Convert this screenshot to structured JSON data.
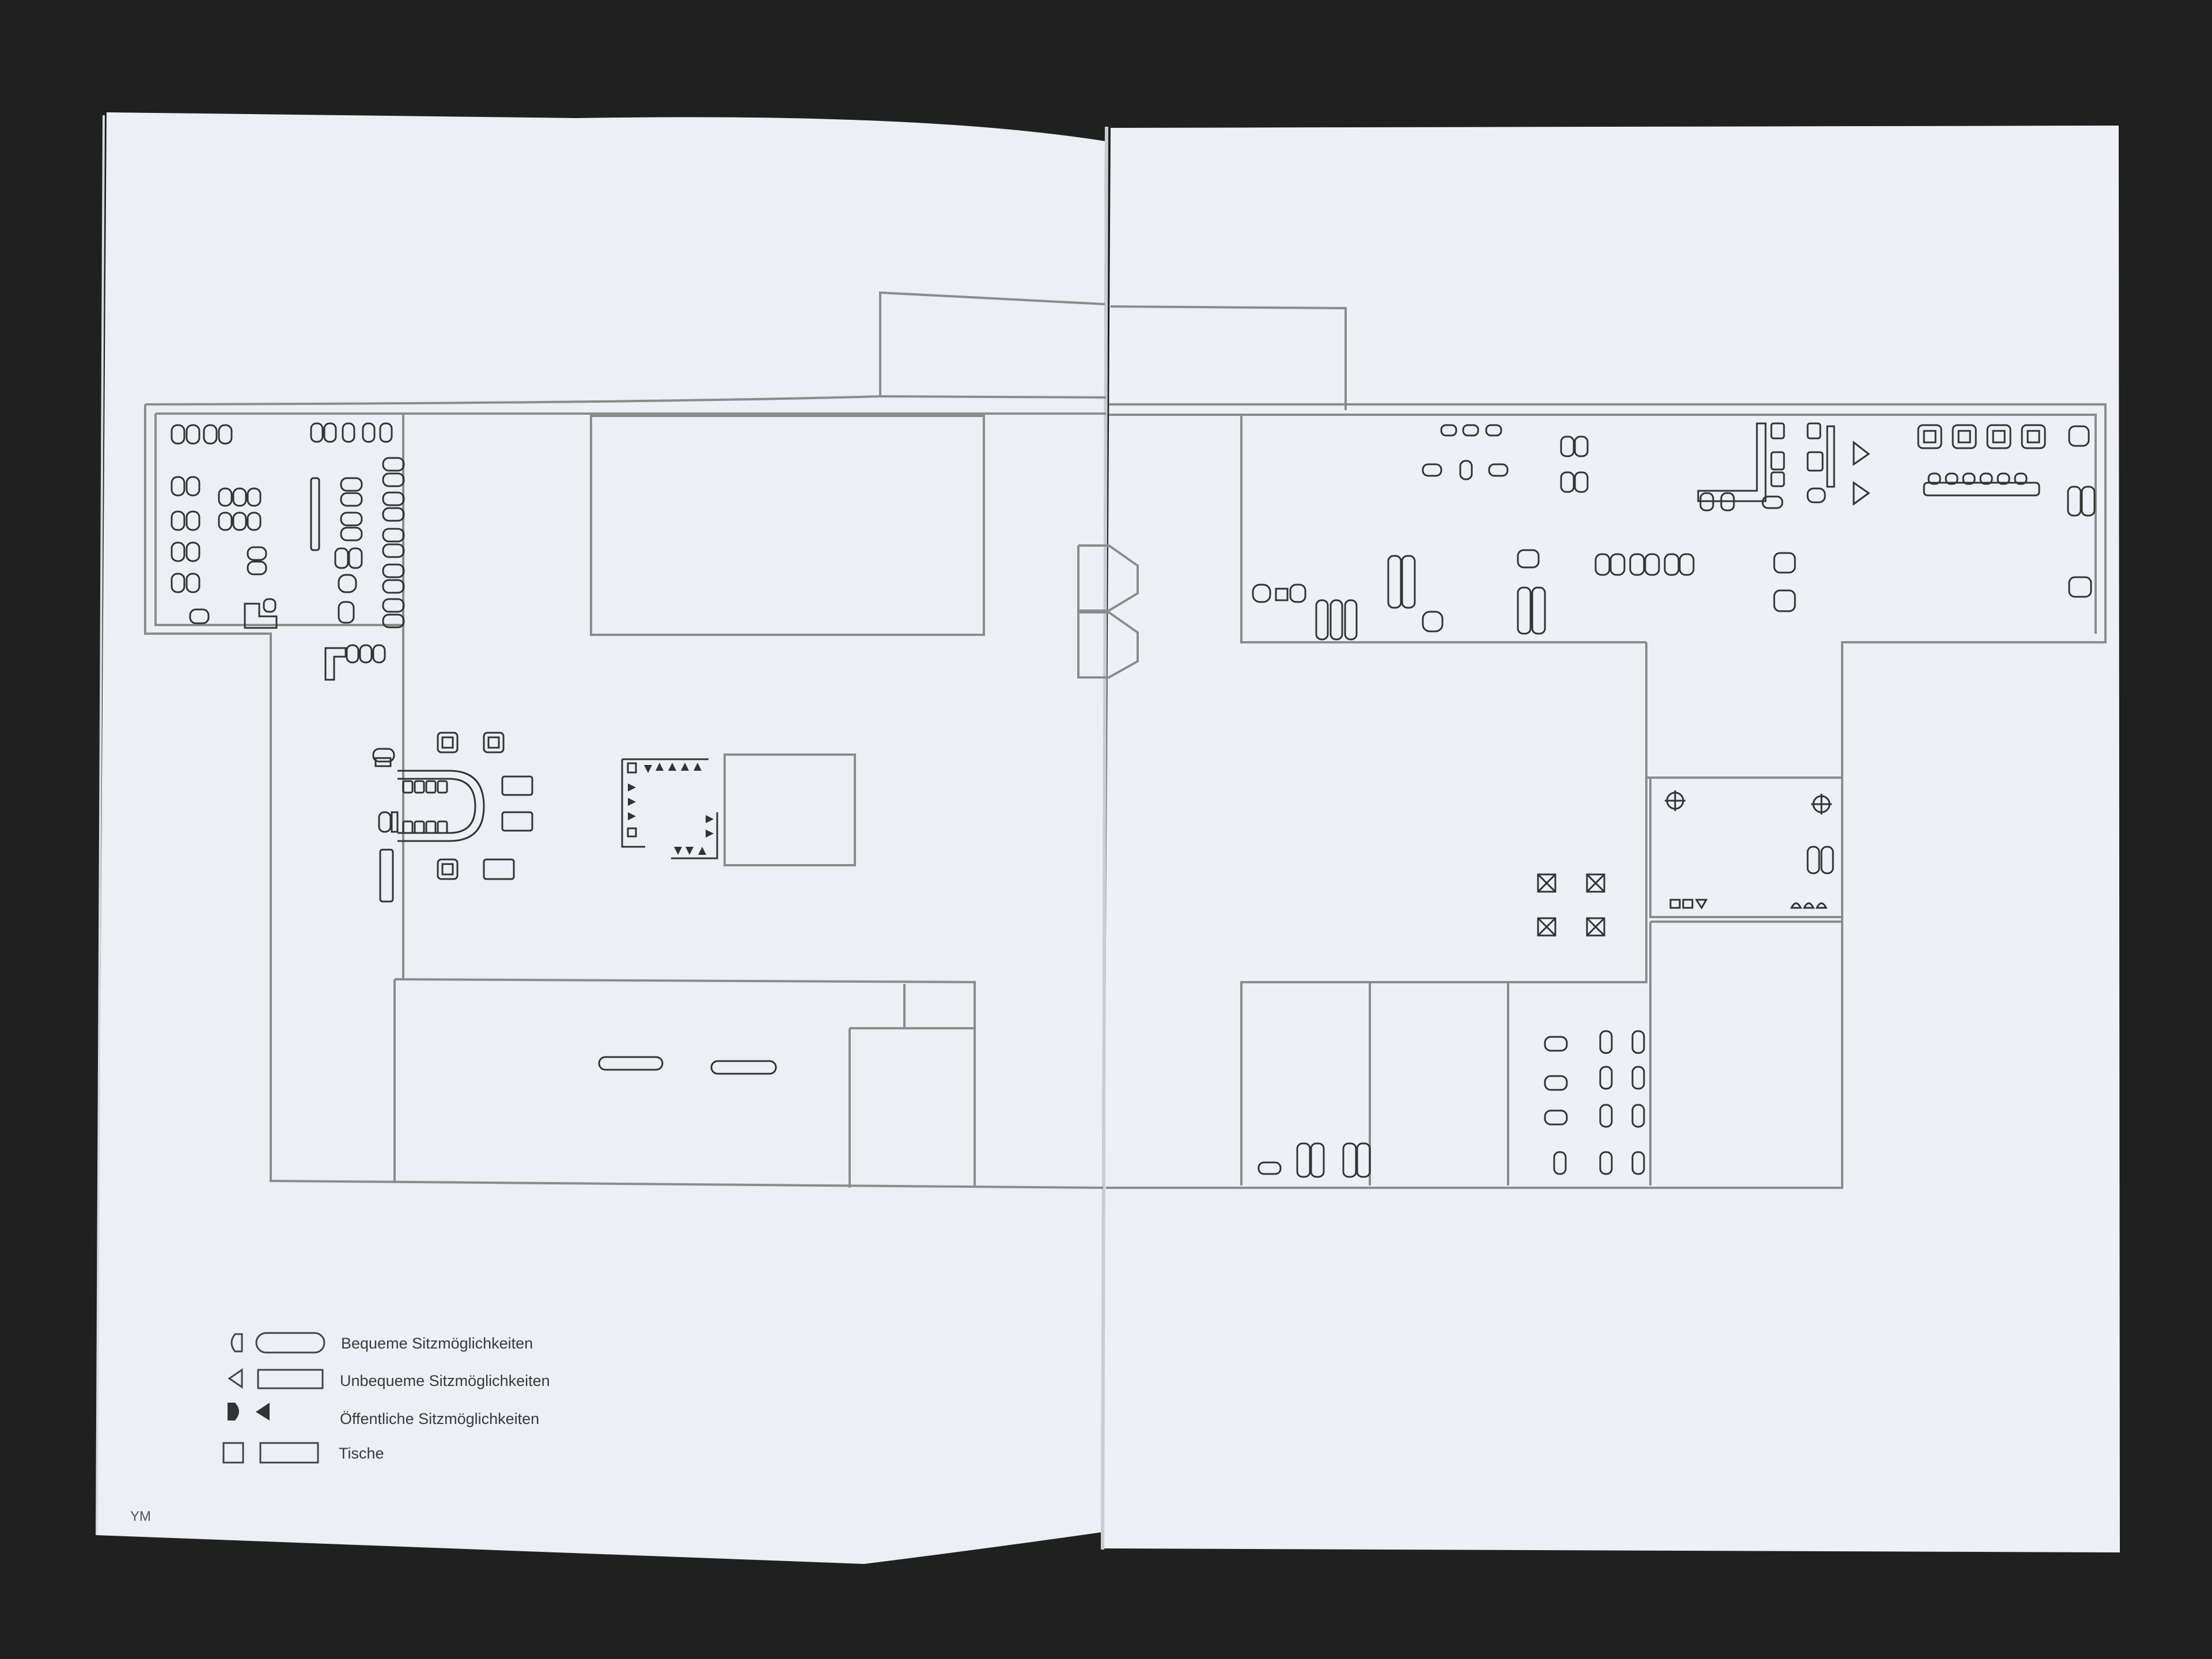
{
  "document": {
    "type": "open booklet with floor plan",
    "legend": {
      "items": [
        {
          "key": "comfortable",
          "label": "Bequeme Sitzmöglichkeiten"
        },
        {
          "key": "uncomfortable",
          "label": "Unbequeme Sitzmöglichkeiten"
        },
        {
          "key": "public",
          "label": "Öffentliche Sitzmöglichkeiten"
        },
        {
          "key": "tables",
          "label": "Tische"
        }
      ]
    },
    "initials": "YM"
  },
  "colors": {
    "background": "#202020",
    "page_left": "#eceff3",
    "page_right": "#edf0f4",
    "lines": "#8c8c8c",
    "symbols": "#333333",
    "legend_text": "#3a3a3a"
  }
}
